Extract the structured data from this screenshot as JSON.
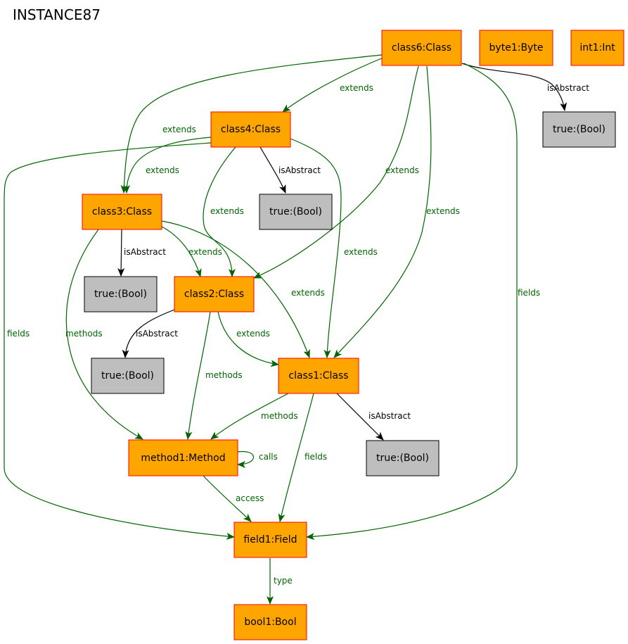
{
  "title": "INSTANCE87",
  "colors": {
    "object_fill": "#ffa500",
    "object_border": "#ff0000",
    "value_fill": "#bebebe",
    "value_border": "#000000",
    "green_edge": "#006400",
    "black_edge": "#000000"
  },
  "nodes": {
    "class6": "class6:Class",
    "byte1": "byte1:Byte",
    "int1": "int1:Int",
    "class4": "class4:Class",
    "true_c6": "true:(Bool)",
    "class3": "class3:Class",
    "true_c4": "true:(Bool)",
    "true_c3": "true:(Bool)",
    "class2": "class2:Class",
    "true_c2": "true:(Bool)",
    "class1": "class1:Class",
    "method1": "method1:Method",
    "true_c1": "true:(Bool)",
    "field1": "field1:Field",
    "bool1": "bool1:Bool"
  },
  "edge_labels": {
    "extends": "extends",
    "isAbstract": "isAbstract",
    "methods": "methods",
    "fields": "fields",
    "calls": "calls",
    "access": "access",
    "type": "type"
  }
}
